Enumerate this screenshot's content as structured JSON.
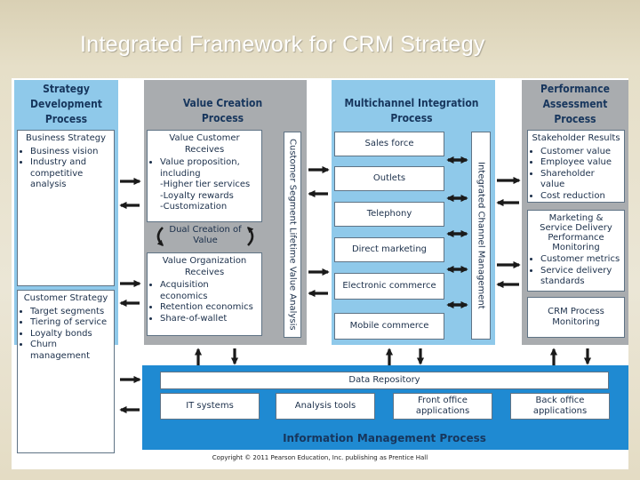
{
  "slide": {
    "title": "Integrated Framework for CRM Strategy"
  },
  "columns": {
    "strategy": {
      "header": "Strategy Development Process",
      "business_title": "Business Strategy",
      "business_items": [
        "Business vision",
        "Industry and competitive analysis"
      ],
      "customer_title": "Customer Strategy",
      "customer_items": [
        "Target segments",
        "Tiering of service",
        "Loyalty bonds",
        "Churn management"
      ]
    },
    "value": {
      "header": "Value Creation Process",
      "receives_title": "Value Customer Receives",
      "receives_intro": "Value proposition, including",
      "receives_subitems": [
        "-Higher tier services",
        "-Loyalty rewards",
        "-Customization"
      ],
      "dual_label": "Dual Creation of Value",
      "org_title": "Value Organization Receives",
      "org_items": [
        "Acquisition economics",
        "Retention economics",
        "Share-of-wallet"
      ],
      "vertical_label": "Customer Segment Lifetime Value Analysis"
    },
    "multichannel": {
      "header": "Multichannel Integration Process",
      "channels": [
        "Sales force",
        "Outlets",
        "Telephony",
        "Direct marketing",
        "Electronic commerce",
        "Mobile commerce"
      ],
      "vertical_label": "Integrated Channel Management"
    },
    "performance": {
      "header": "Performance Assessment Process",
      "stakeholder_title": "Stakeholder Results",
      "stakeholder_items": [
        "Customer value",
        "Employee value",
        "Shareholder value",
        "Cost reduction"
      ],
      "marketing_title": "Marketing & Service Delivery Performance Monitoring",
      "marketing_items": [
        "Customer metrics",
        "Service delivery standards"
      ],
      "crm_monitoring": "CRM Process Monitoring"
    }
  },
  "information": {
    "data_repository": "Data Repository",
    "systems": [
      "IT systems",
      "Analysis tools",
      "Front office applications",
      "Back office applications"
    ],
    "label": "Information Management Process"
  },
  "copyright": "Copyright © 2011 Pearson Education, Inc. publishing as Prentice Hall",
  "colors": {
    "blue_panel": "#8fc9ea",
    "imp_panel": "#1f8ad2",
    "gray_panel": "#a9acaf",
    "text_dark": "#17365d"
  }
}
